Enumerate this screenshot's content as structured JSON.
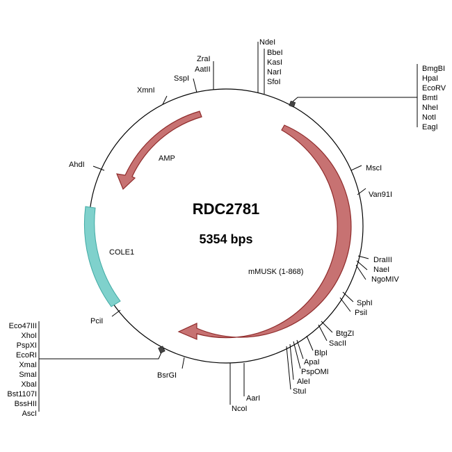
{
  "plasmid": {
    "name": "RDC2781",
    "size_label": "5354 bps"
  },
  "features": [
    {
      "id": "amp",
      "label": "AMP",
      "color": "#c77272"
    },
    {
      "id": "mmusk",
      "label": "mMUSK (1-868)",
      "color": "#c77272"
    },
    {
      "id": "cole1",
      "label": "COLE1",
      "color": "#7fd1cc"
    }
  ],
  "sites": {
    "xmni": "XmnI",
    "sspi": "SspI",
    "aatii_group": [
      "ZraI",
      "AatII"
    ],
    "ndei_group": [
      "NdeI",
      "BbeI",
      "KasI",
      "NarI",
      "SfoI"
    ],
    "top_right_group": [
      "BmgBI",
      "HpaI",
      "EcoRV",
      "BmtI",
      "NheI",
      "NotI",
      "EagI"
    ],
    "ahdi": "AhdI",
    "mscl": "MscI",
    "van91i": "Van91I",
    "draiii_group": [
      "DraIII",
      "NaeI",
      "NgoMIV"
    ],
    "sphi_group": [
      "SphI",
      "PsiI"
    ],
    "btgzi_group": [
      "BtgZI",
      "SacII"
    ],
    "blpi": "BlpI",
    "apai_group": [
      "ApaI",
      "PspOMI"
    ],
    "alei": "AleI",
    "stui": "StuI",
    "aari": "AarI",
    "ncoi": "NcoI",
    "bsrgi": "BsrGI",
    "pcii": "PciI",
    "left_group": [
      "Eco47III",
      "XhoI",
      "PspXI",
      "EcoRI",
      "XmaI",
      "SmaI",
      "XbaI",
      "Bst1107I",
      "BssHII",
      "AscI"
    ]
  }
}
